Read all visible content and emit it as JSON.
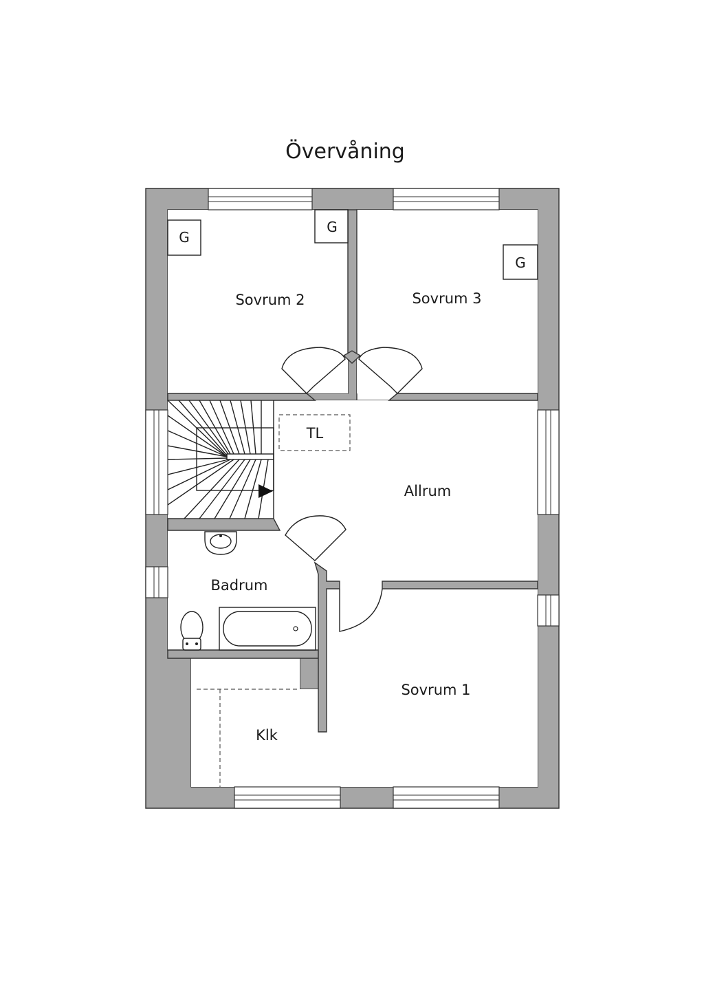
{
  "title": "Övervåning",
  "rooms": {
    "sovrum2": "Sovrum 2",
    "sovrum3": "Sovrum 3",
    "allrum": "Allrum",
    "badrum": "Badrum",
    "sovrum1": "Sovrum 1",
    "klk": "Klk",
    "tl": "TL"
  },
  "closets": {
    "g1": "G",
    "g2": "G",
    "g3": "G"
  },
  "colors": {
    "wall": "#a6a6a6",
    "line": "#222222",
    "background": "#ffffff"
  }
}
